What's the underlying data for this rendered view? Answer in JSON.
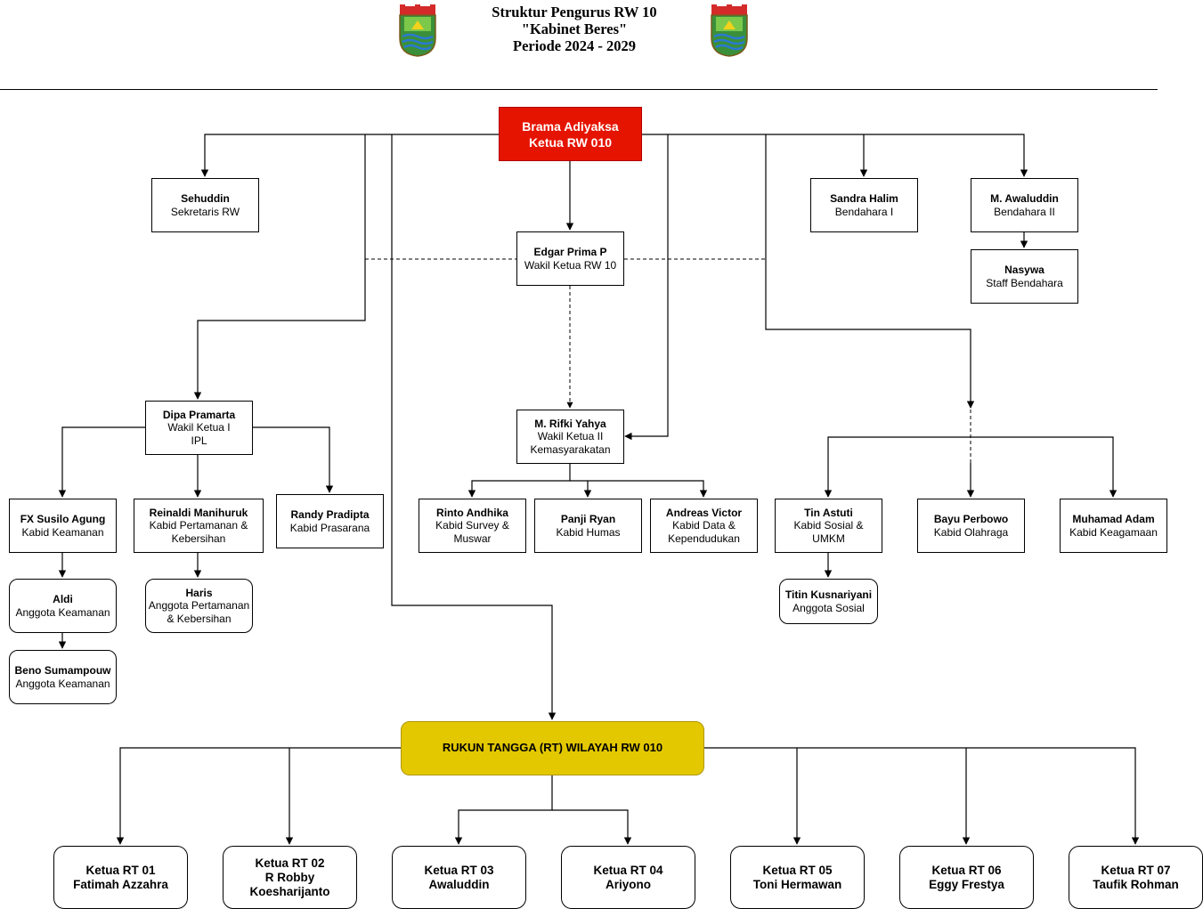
{
  "header": {
    "title_lines": [
      "Struktur Pengurus RW 10",
      "\"Kabinet Beres\"",
      "Periode 2024 - 2029"
    ],
    "logo_icon": "regional-emblem-icon"
  },
  "colors": {
    "chair_fill": "#e51400",
    "rt_header_fill": "#e3c800",
    "line": "#000000",
    "box_fill": "#ffffff"
  },
  "nodes": {
    "ketua": {
      "name": "Brama Adiyaksa",
      "role": "Ketua RW 010"
    },
    "sekretaris": {
      "name": "Sehuddin",
      "role": "Sekretaris RW"
    },
    "wakil_ketua": {
      "name": "Edgar Prima P",
      "role": "Wakil Ketua RW 10"
    },
    "bendahara1": {
      "name": "Sandra Halim",
      "role": "Bendahara I"
    },
    "bendahara2": {
      "name": "M. Awaluddin",
      "role": "Bendahara II"
    },
    "staff_bendahara": {
      "name": "Nasywa",
      "role": "Staff Bendahara"
    },
    "wakil_ketua1": {
      "name": "Dipa Pramarta",
      "role": "Wakil Ketua I",
      "role2": "IPL"
    },
    "wakil_ketua2": {
      "name": "M. Rifki Yahya",
      "role": "Wakil Ketua II",
      "role2": "Kemasyarakatan"
    },
    "kabid_keamanan": {
      "name": "FX Susilo Agung",
      "role": "Kabid Keamanan"
    },
    "kabid_pertamanan": {
      "name": "Reinaldi Manihuruk",
      "role": "Kabid Pertamanan &",
      "role2": "Kebersihan"
    },
    "kabid_prasarana": {
      "name": "Randy Pradipta",
      "role": "Kabid Prasarana"
    },
    "anggota_keamanan1": {
      "name": "Aldi",
      "role": "Anggota Keamanan"
    },
    "anggota_keamanan2": {
      "name": "Beno Sumampouw",
      "role": "Anggota Keamanan"
    },
    "anggota_pertamanan": {
      "name": "Haris",
      "role": "Anggota Pertamanan",
      "role2": "& Kebersihan"
    },
    "kabid_survey": {
      "name": "Rinto Andhika",
      "role": "Kabid Survey &",
      "role2": "Muswar"
    },
    "kabid_humas": {
      "name": "Panji Ryan",
      "role": "Kabid Humas"
    },
    "kabid_data": {
      "name": "Andreas Victor",
      "role": "Kabid Data &",
      "role2": "Kependudukan"
    },
    "kabid_sosial": {
      "name": "Tin Astuti",
      "role": "Kabid Sosial &",
      "role2": "UMKM"
    },
    "anggota_sosial": {
      "name": "Titin Kusnariyani",
      "role": "Anggota Sosial"
    },
    "kabid_olahraga": {
      "name": "Bayu Perbowo",
      "role": "Kabid Olahraga"
    },
    "kabid_keagamaan": {
      "name": "Muhamad Adam",
      "role": "Kabid Keagamaan"
    },
    "rt_header": {
      "name": "RUKUN TANGGA (RT) WILAYAH RW 010"
    }
  },
  "rt_list": [
    {
      "title": "Ketua RT 01",
      "name": "Fatimah Azzahra"
    },
    {
      "title": "Ketua RT 02",
      "name": "R Robby Koesharijanto"
    },
    {
      "title": "Ketua RT 03",
      "name": "Awaluddin"
    },
    {
      "title": "Ketua RT 04",
      "name": "Ariyono"
    },
    {
      "title": "Ketua RT 05",
      "name": "Toni Hermawan"
    },
    {
      "title": "Ketua RT 06",
      "name": "Eggy Frestya"
    },
    {
      "title": "Ketua RT 07",
      "name": "Taufik Rohman"
    }
  ]
}
